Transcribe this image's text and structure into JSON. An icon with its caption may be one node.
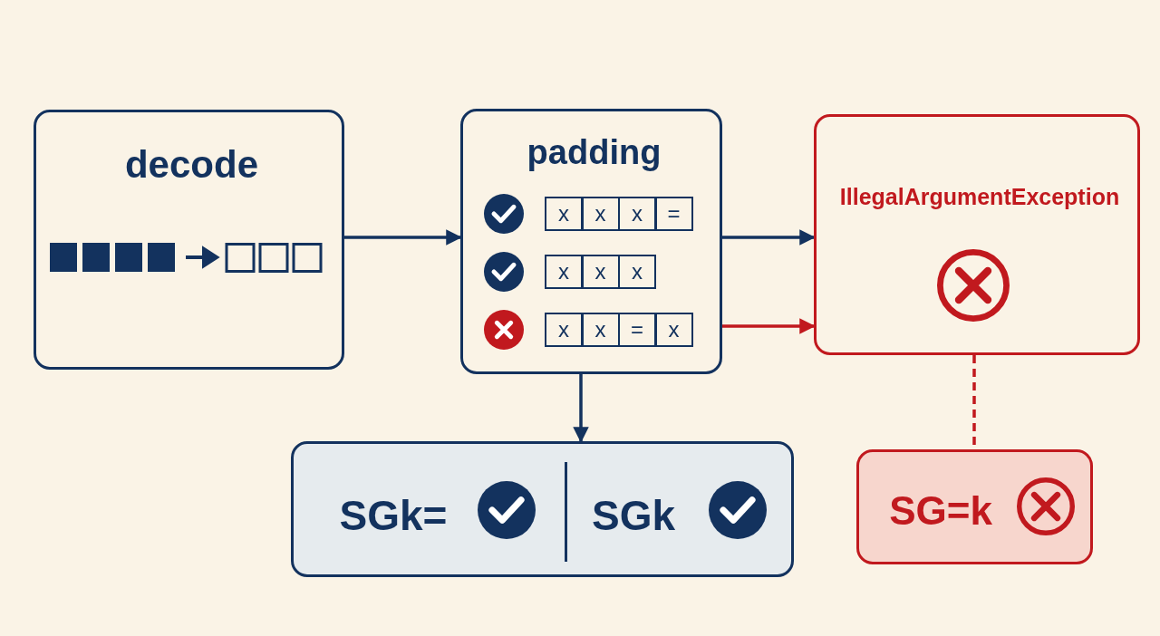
{
  "diagram": {
    "nodes": [
      {
        "text": [
          "decode"
        ]
      },
      {
        "text": [
          "padding"
        ]
      },
      {
        "text": [
          "IllegalArgumentException"
        ]
      },
      {
        "text": [
          "SGk=",
          "SGk"
        ]
      },
      {
        "text": [
          "SG=k"
        ]
      }
    ],
    "edges": [
      {
        "from": 0,
        "to": 1,
        "arrow": "to"
      },
      {
        "from": 1,
        "to": 2,
        "arrow": "to"
      },
      {
        "from": 1,
        "to": 2,
        "arrow": "to",
        "color": "#c1191e"
      },
      {
        "from": 1,
        "to": 3,
        "arrow": "to"
      },
      {
        "from": 2,
        "to": 4,
        "arrow": "none",
        "style": "dashed",
        "color": "#c1191e"
      }
    ],
    "labels": [
      "x",
      "x",
      "x",
      "=",
      "x",
      "x",
      "x",
      "x",
      "x",
      "=",
      "x"
    ]
  }
}
